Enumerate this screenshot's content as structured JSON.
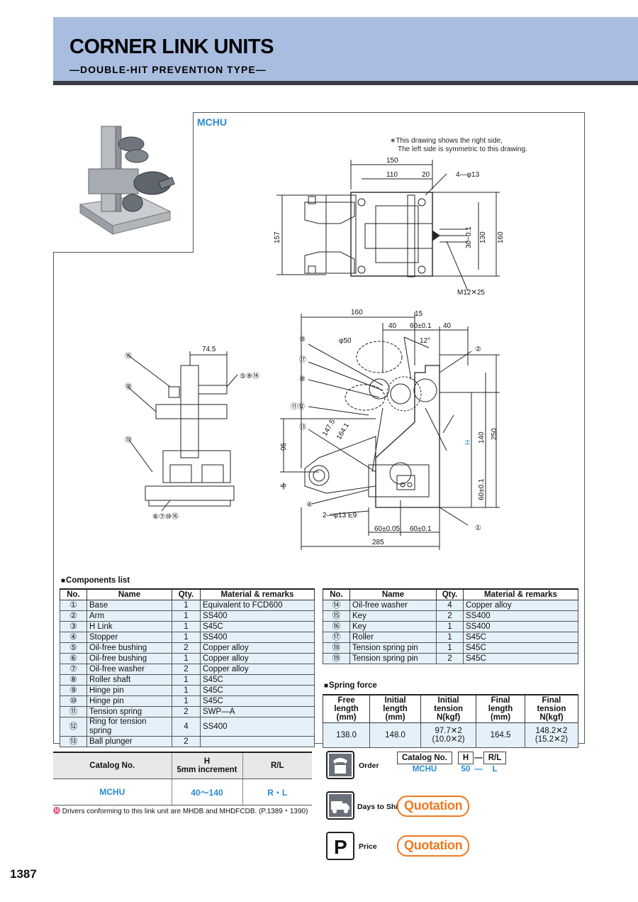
{
  "header": {
    "title": "CORNER LINK UNITS",
    "subtitle": "—DOUBLE-HIT PREVENTION TYPE—"
  },
  "model": "MCHU",
  "drawing_note": [
    "∗This drawing shows the right side,",
    "The left side is symmetric to this drawing."
  ],
  "dimensions": {
    "top": [
      "150",
      "110",
      "20",
      "4—φ13",
      "157",
      "30−0.1",
      "130",
      "160",
      "M12✕25"
    ],
    "side": [
      "160",
      "15",
      "40",
      "60±0.1",
      "40",
      "12°",
      "φ50",
      "147.5",
      "164.1",
      "95",
      "5",
      "140",
      "250",
      "H",
      "60±0.1",
      "2—φ13 E9",
      "60±0.05",
      "60±0.1",
      "285"
    ],
    "front": [
      "74.5"
    ]
  },
  "callouts": {
    "front": [
      "⑮",
      "⑱",
      "⑲",
      "⑤⑨⑭",
      "⑥⑦⑩⑯"
    ],
    "side": [
      "③",
      "⑰",
      "⑧",
      "⑪⑫",
      "⑬",
      "④",
      "②",
      "①"
    ]
  },
  "components": {
    "title": "Components list",
    "headers": [
      "No.",
      "Name",
      "Qty.",
      "Material & remarks"
    ],
    "left": [
      [
        "①",
        "Base",
        "1",
        "Equivalent to FCD600"
      ],
      [
        "②",
        "Arm",
        "1",
        "SS400"
      ],
      [
        "③",
        "H Link",
        "1",
        "S45C"
      ],
      [
        "④",
        "Stopper",
        "1",
        "SS400"
      ],
      [
        "⑤",
        "Oil-free bushing",
        "2",
        "Copper alloy"
      ],
      [
        "⑥",
        "Oil-free bushing",
        "1",
        "Copper alloy"
      ],
      [
        "⑦",
        "Oil-free washer",
        "2",
        "Copper alloy"
      ],
      [
        "⑧",
        "Roller shaft",
        "1",
        "S45C"
      ],
      [
        "⑨",
        "Hinge pin",
        "1",
        "S45C"
      ],
      [
        "⑩",
        "Hinge pin",
        "1",
        "S45C"
      ],
      [
        "⑪",
        "Tension spring",
        "2",
        "SWP—A"
      ],
      [
        "⑫",
        "Ring for tension spring",
        "4",
        "SS400"
      ],
      [
        "⑬",
        "Ball plunger",
        "2",
        ""
      ]
    ],
    "right": [
      [
        "⑭",
        "Oil-free washer",
        "4",
        "Copper alloy"
      ],
      [
        "⑮",
        "Key",
        "2",
        "SS400"
      ],
      [
        "⑯",
        "Key",
        "1",
        "SS400"
      ],
      [
        "⑰",
        "Roller",
        "1",
        "S45C"
      ],
      [
        "⑱",
        "Tension spring pin",
        "1",
        "S45C"
      ],
      [
        "⑲",
        "Tension spring pin",
        "2",
        "S45C"
      ]
    ]
  },
  "spring": {
    "title": "Spring force",
    "headers": [
      [
        "Free length",
        "(mm)"
      ],
      [
        "Initial length",
        "(mm)"
      ],
      [
        "Initial tension",
        "N(kgf)"
      ],
      [
        "Final length",
        "(mm)"
      ],
      [
        "Final tension",
        "N(kgf)"
      ]
    ],
    "row": [
      [
        "138.0",
        ""
      ],
      [
        "148.0",
        ""
      ],
      [
        "97.7✕2",
        "(10.0✕2)"
      ],
      [
        "164.5",
        ""
      ],
      [
        "148.2✕2",
        "(15.2✕2)"
      ]
    ]
  },
  "catalog": {
    "headers": [
      [
        "Catalog  No.",
        ""
      ],
      [
        "H",
        "5mm increment"
      ],
      [
        "R/L",
        ""
      ]
    ],
    "row": [
      "MCHU",
      "40〜140",
      "R・L"
    ]
  },
  "footnote": "Drivers conforming to this link unit are MHDB and MHDFCDB.   (P.1389・1390)",
  "order": {
    "label": "Order",
    "headers": [
      "Catalog  No.",
      "H",
      "—",
      "R/L"
    ],
    "values": [
      "MCHU",
      "50",
      "—",
      "L"
    ]
  },
  "days_to_ship": {
    "label": "Days to Ship",
    "value": "Quotation"
  },
  "price": {
    "label": "Price",
    "value": "Quotation"
  },
  "page_number": "1387",
  "colors": {
    "header_bg": "#a9bde0",
    "accent_blue": "#2a8bd0",
    "quote_orange": "#f07820",
    "table_fill": "#e4f1fa"
  }
}
